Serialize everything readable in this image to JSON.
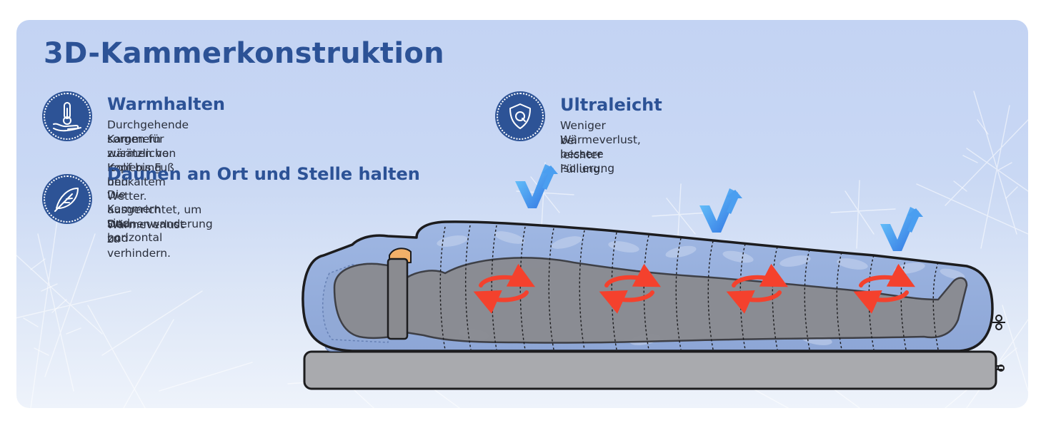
{
  "title": "3D-Kammerkonstruktion",
  "features": [
    {
      "icon": "thermometer-hand-icon",
      "title": "Warmhalten",
      "lines": [
        "Durchgehende Kammern wärmen von Kopf bis Fuß und",
        "sorgen für zusätzliche Isolierung bei kaltem Wetter."
      ]
    },
    {
      "icon": "feather-icon",
      "title": "Daunen an Ort und Stelle halten",
      "lines": [
        "Die Kammern sind horizontal",
        "ausgerichtet, um Daunenwanderung und",
        "Wärmeverlust zu verhindern."
      ]
    },
    {
      "icon": "shield-q-icon",
      "title": "Ultraleicht",
      "lines": [
        "Weniger Wärmeverlust, bessere Isolierung",
        "bei leichter Füllung."
      ]
    }
  ],
  "colors": {
    "accent": "#2c5296",
    "circulation_arrows": "#f4412d",
    "bag": "#8fa8d8",
    "body": "#8a8b90",
    "mat": "#a9aaae"
  }
}
